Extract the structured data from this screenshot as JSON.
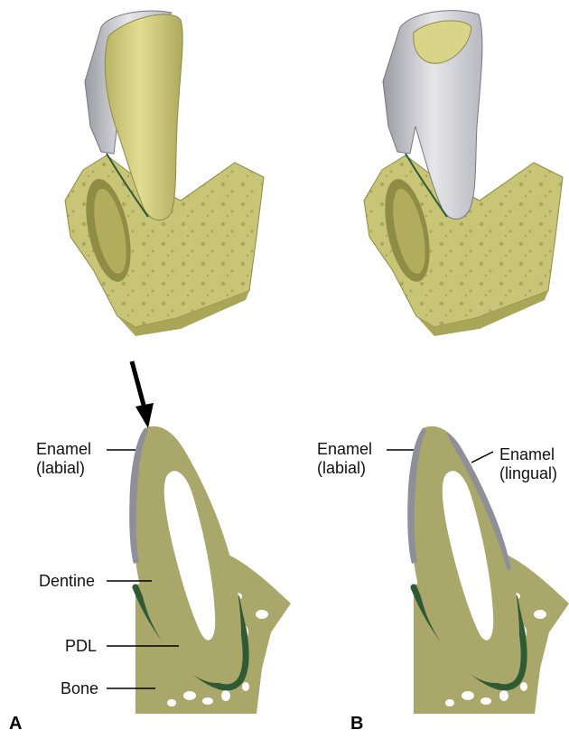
{
  "panels": {
    "a": "A",
    "b": "B"
  },
  "labels": {
    "enamel_labial_a": "Enamel\n(labial)",
    "dentine": "Dentine",
    "pdl": "PDL",
    "bone": "Bone",
    "enamel_labial_b": "Enamel\n(labial)",
    "enamel_lingual_b": "Enamel\n(lingual)"
  },
  "colors": {
    "bone": "#c9c577",
    "bone_dark": "#a9a658",
    "dentine": "#a9a76a",
    "enamel": "#8f8f99",
    "enamel_3d": "#d8d8dc",
    "pdl": "#2f5a35",
    "pulp": "#ffffff"
  }
}
